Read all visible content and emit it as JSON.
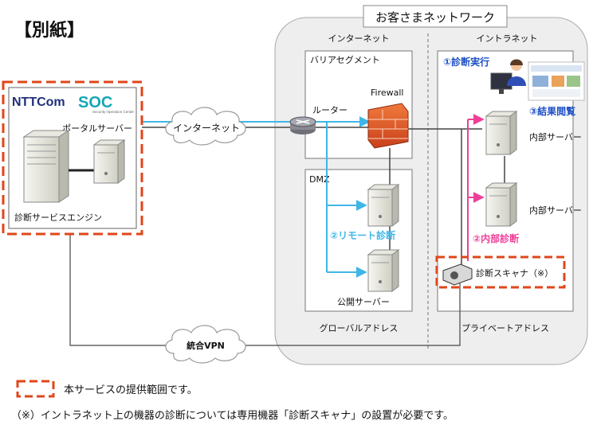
{
  "header": {
    "title": "【別紙】"
  },
  "customer": {
    "title": "お客さまネットワーク",
    "internet_zone": "インターネット",
    "intranet_zone": "イントラネット",
    "barrier_segment": "バリアセグメント",
    "router_label": "ルーター",
    "firewall_label": "Firewall",
    "dmz_label": "DMZ",
    "public_server_label": "公開サーバー",
    "global_address": "グローバルアドレス",
    "private_address": "プライベートアドレス",
    "internal_server_1": "内部サーバー",
    "internal_server_2": "内部サーバー",
    "scanner_label": "診断スキャナ（※）"
  },
  "ntt": {
    "logo_main": "NTTCom",
    "logo_soc": "SOC",
    "logo_sub": "Security Operation Center",
    "portal_server": "ポータルサーバー",
    "engine": "診断サービスエンジン"
  },
  "clouds": {
    "internet": "インターネット",
    "vpn": "統合VPN"
  },
  "steps": {
    "s1": "①診断実行",
    "s2": "②リモート診断",
    "s2b": "②内部診断",
    "s3": "③結果閲覧"
  },
  "legend": {
    "scope_text": "本サービスの提供範囲です。"
  },
  "footnote": "（※）イントラネット上の機器の診断については専用機器「診断スキャナ」の設置が必要です。",
  "colors": {
    "scope": "#e0461a",
    "remote": "#3fb6e8",
    "internal": "#ef3e98",
    "step": "#1d4fc4",
    "soc": "#16a6b6",
    "ntt": "#1f2f7a"
  }
}
